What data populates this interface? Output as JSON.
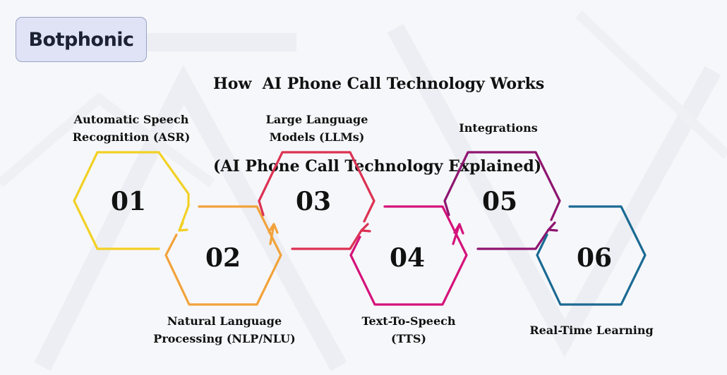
{
  "logo": {
    "text": "Botphonic"
  },
  "title": {
    "line1": "How  AI Phone Call Technology Works",
    "line2": "(AI Phone Call Technology Explained)"
  },
  "steps": [
    {
      "number": "01",
      "label": "Automatic Speech\nRecognition (ASR)",
      "color": "#f2d024"
    },
    {
      "number": "02",
      "label": "Natural Language\nProcessing (NLP/NLU)",
      "color": "#f2a23a"
    },
    {
      "number": "03",
      "label": "Large Language\nModels (LLMs)",
      "color": "#dc3152"
    },
    {
      "number": "04",
      "label": "Text-To-Speech\n(TTS)",
      "color": "#d4127a"
    },
    {
      "number": "05",
      "label": "Integrations",
      "color": "#8e1570"
    },
    {
      "number": "06",
      "label": "Real-Time Learning",
      "color": "#1a6a93"
    }
  ]
}
